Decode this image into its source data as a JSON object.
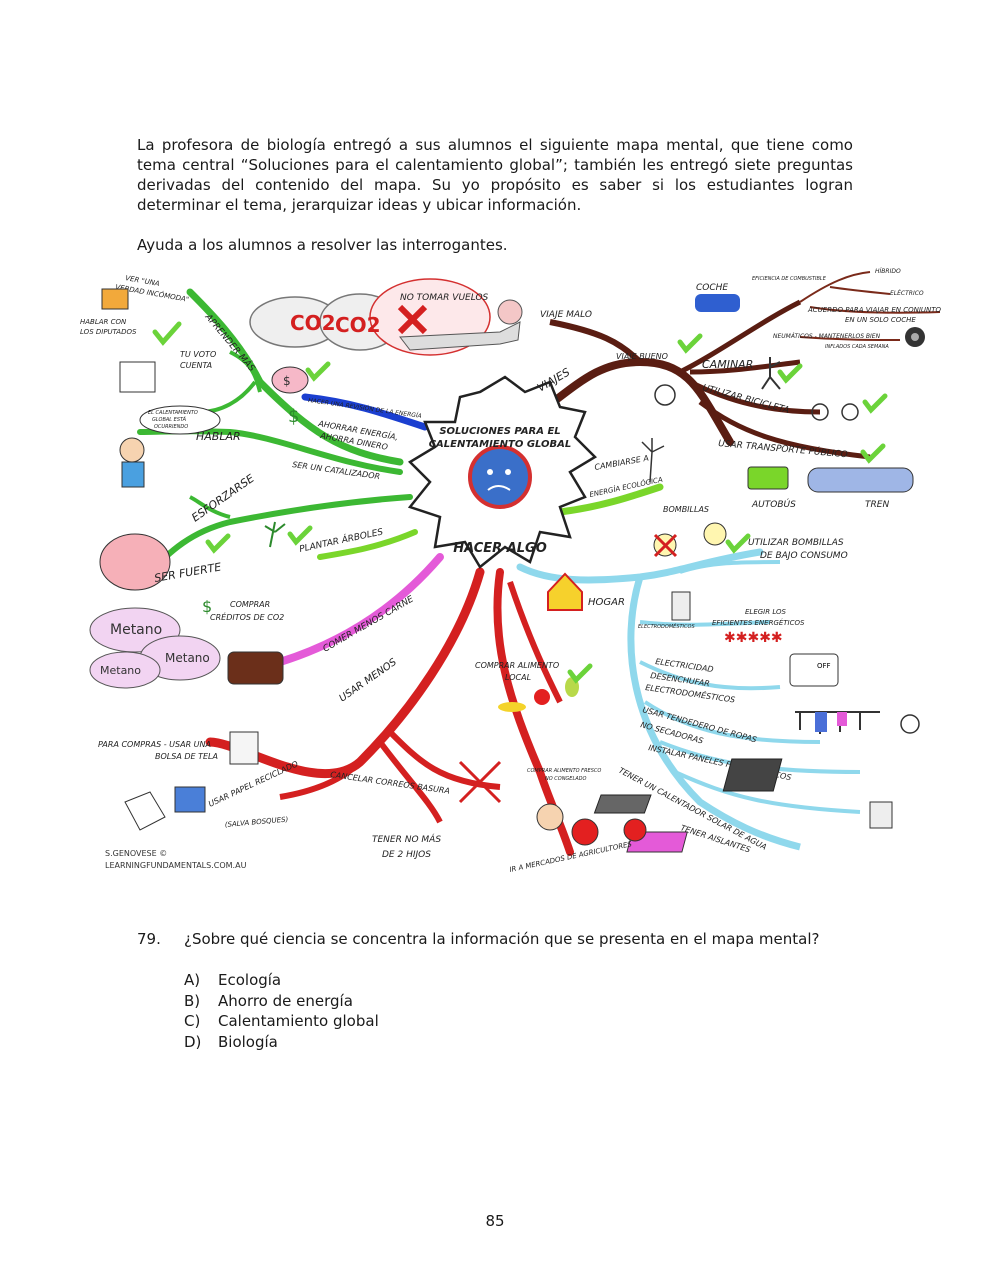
{
  "intro": {
    "paragraph1": "La profesora de biología entregó a sus alumnos el siguiente mapa mental, que tiene como tema central “Soluciones para el calentamiento global”; también les entregó siete preguntas derivadas del contenido del mapa. Su yo propósito es saber si los estudiantes logran determinar el tema, jerarquizar ideas y ubicar información.",
    "paragraph2": "Ayuda a los alumnos a resolver las interrogantes."
  },
  "mindmap": {
    "center_title_1": "SOLUCIONES PARA EL",
    "center_title_2": "CALENTAMIENTO GLOBAL",
    "center_action": "HACER ALGO",
    "co2_a": "CO2",
    "co2_b": "CO2",
    "no_flights": "NO TOMAR VUELOS",
    "bad_trip": "VIAJE MALO",
    "good_trip": "VIAJE BUENO",
    "trips": "VIAJES",
    "car": "COCHE",
    "fuel_efficiency": "EFICIENCIA DE COMBUSTIBLE",
    "hybrid": "HÍBRIDO",
    "electric": "ELÉCTRICO",
    "carpool_1": "ACUERDO PARA VIAJAR EN CONJUNTO",
    "carpool_2": "EN UN SOLO COCHE",
    "tires": "NEUMÁTICOS - MANTENERLOS BIEN",
    "tires_2": "INFLADOS CADA SEMANA",
    "walk": "CAMINAR",
    "bike": "UTILIZAR BICICLETA",
    "public_transport": "USAR TRANSPORTE PÚBLICO",
    "bus": "AUTOBÚS",
    "train": "TREN",
    "green_energy_1": "CAMBIARSE A",
    "green_energy_2": "ENERGÍA ECOLÓGICA",
    "bulbs": "BOMBILLAS",
    "low_bulbs_1": "UTILIZAR BOMBILLAS",
    "low_bulbs_2": "DE BAJO CONSUMO",
    "home": "HOGAR",
    "appliances": "ELECTRODOMÉSTICOS",
    "efficient_1": "ELEGIR LOS",
    "efficient_2": "EFICIENTES ENERGÉTICOS",
    "electricity_1": "ELECTRICIDAD",
    "electricity_2": "DESENCHUFAR",
    "electricity_3": "ELECTRODOMÉSTICOS",
    "off": "OFF",
    "clothesline_1": "USAR TENDEDERO DE ROPAS",
    "clothesline_2": "NO SECADORAS",
    "solar_panels": "INSTALAR PANELES FOTOVOLTAICOS",
    "solar_heater": "TENER UN CALENTADOR SOLAR DE AGUA",
    "insulation": "TENER AISLANTES",
    "learn_more": "APRENDER MÁS",
    "movie_1": "VER \"UNA",
    "movie_2": "VERDAD INCÓMODA\"",
    "talk_deputies_1": "HABLAR CON",
    "talk_deputies_2": "LOS DIPUTADOS",
    "vote_1": "TU VOTO",
    "vote_2": "CUENTA",
    "speech_1": "EL CALENTAMIENTO",
    "speech_2": "GLOBAL ESTÁ",
    "speech_3": "OCURRIENDO",
    "talk": "HABLAR",
    "review_energy": "HACER UNA REVISIÓN DE LA ENERGÍA",
    "save_energy_1": "AHORRAR ENERGÍA,",
    "save_energy_2": "AHORRA DINERO",
    "catalyst": "SER UN CATALIZADOR",
    "effort": "ESFORZARSE",
    "strong": "SER FUERTE",
    "plant_trees": "PLANTAR ÁRBOLES",
    "credits_1": "COMPRAR",
    "credits_2": "CRÉDITOS DE CO2",
    "methane": "Metano",
    "less_meat": "COMER MENOS CARNE",
    "use_less": "USAR MENOS",
    "bag_1": "PARA COMPRAS - USAR UNA",
    "bag_2": "BOLSA DE TELA",
    "recycled_1": "USAR PAPEL RECICLADO",
    "recycled_2": "(SALVA BOSQUES)",
    "junk_mail": "CANCELAR CORREOS BASURA",
    "local_food_1": "COMPRAR ALIMENTO",
    "local_food_2": "LOCAL",
    "fresh_food_1": "COMPRAR ALIMENTO FRESCO",
    "fresh_food_2": "NO CONGELADO",
    "kids_1": "TENER NO MÁS",
    "kids_2": "DE 2 HIJOS",
    "markets": "IR A MERCADOS DE AGRICULTORES",
    "credit_1": "S.GENOVESE ©",
    "credit_2": "LEARNINGFUNDAMENTALS.COM.AU"
  },
  "question": {
    "number": "79.",
    "text": "¿Sobre qué ciencia se concentra la información que se presenta en el mapa mental?",
    "options": [
      {
        "letter": "A)",
        "text": "Ecología"
      },
      {
        "letter": "B)",
        "text": "Ahorro de energía"
      },
      {
        "letter": "C)",
        "text": "Calentamiento global"
      },
      {
        "letter": "D)",
        "text": "Biología"
      }
    ]
  },
  "page_number": "85",
  "colors": {
    "green_branch": "#3cb833",
    "blue_branch": "#1b3fd0",
    "brown_branch": "#5a1d12",
    "lime_branch": "#7ad62a",
    "cyan_branch": "#8fd8ec",
    "red_branch": "#d42020",
    "magenta_branch": "#e45ad8",
    "check_green": "#6bd33a"
  },
  "icons": [
    "tv-icon",
    "ballot-box-icon",
    "piggy-bank-icon",
    "dollar-icon",
    "airplane-icon",
    "cloud-icon",
    "car-icon",
    "tire-icon",
    "walker-icon",
    "bicycle-icon",
    "bus-icon",
    "train-icon",
    "wind-turbine-icon",
    "lightbulb-icon",
    "house-icon",
    "fridge-icon",
    "plug-icon",
    "clothesline-icon",
    "sun-icon",
    "solar-panel-icon",
    "cow-icon",
    "bag-icon",
    "paper-icon",
    "fruit-icon",
    "farmer-icon",
    "check-icon",
    "earth-icon"
  ]
}
